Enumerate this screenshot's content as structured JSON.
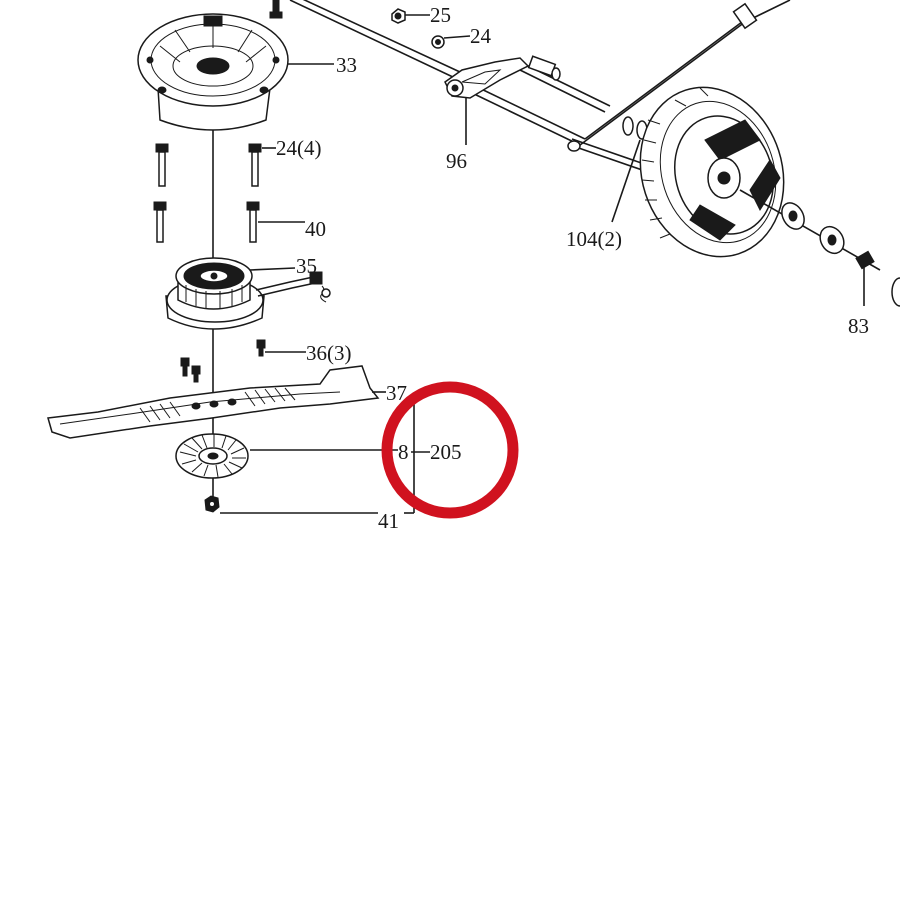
{
  "diagram": {
    "labels": {
      "p25": "25",
      "p24": "24",
      "p33": "33",
      "p96": "96",
      "p24x4": "24(4)",
      "p104x2": "104(2)",
      "p40": "40",
      "p35": "35",
      "p83": "83",
      "p36x3": "36(3)",
      "p37": "37",
      "p8": "8",
      "p205": "205",
      "p41": "41"
    },
    "highlight_color": "#d0121f",
    "line_color": "#1a1a1a"
  }
}
